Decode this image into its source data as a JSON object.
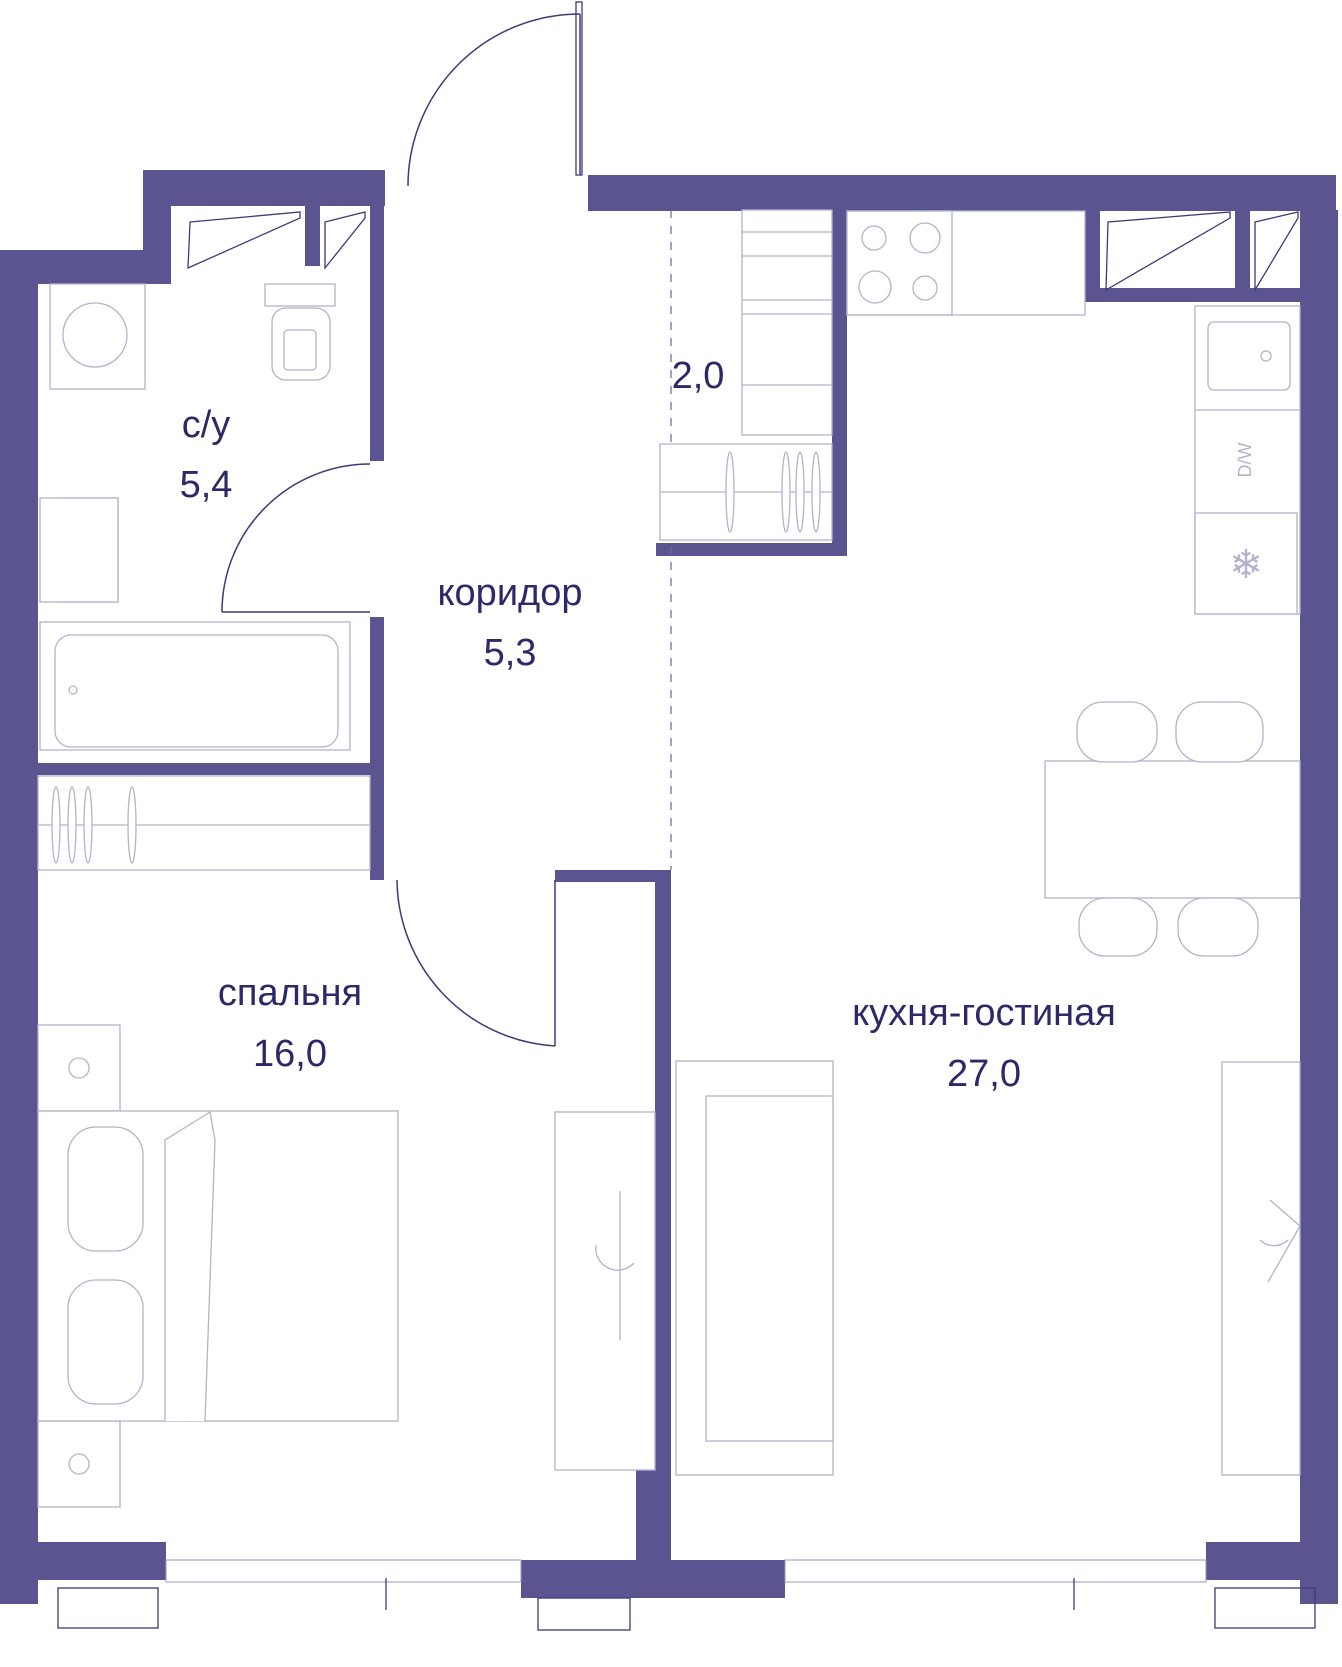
{
  "colors": {
    "wall": "#5a5590",
    "text": "#2b2968",
    "fixture": "#b4b2cc"
  },
  "rooms": {
    "bathroom": {
      "name": "с/у",
      "area": "5,4"
    },
    "corridor": {
      "name": "коридор",
      "area": "5,3"
    },
    "closet": {
      "area": "2,0"
    },
    "bedroom": {
      "name": "спальня",
      "area": "16,0"
    },
    "kitchen": {
      "name": "кухня-гостиная",
      "area": "27,0"
    }
  },
  "fixtures": {
    "dishwasher_label": "D/W"
  }
}
